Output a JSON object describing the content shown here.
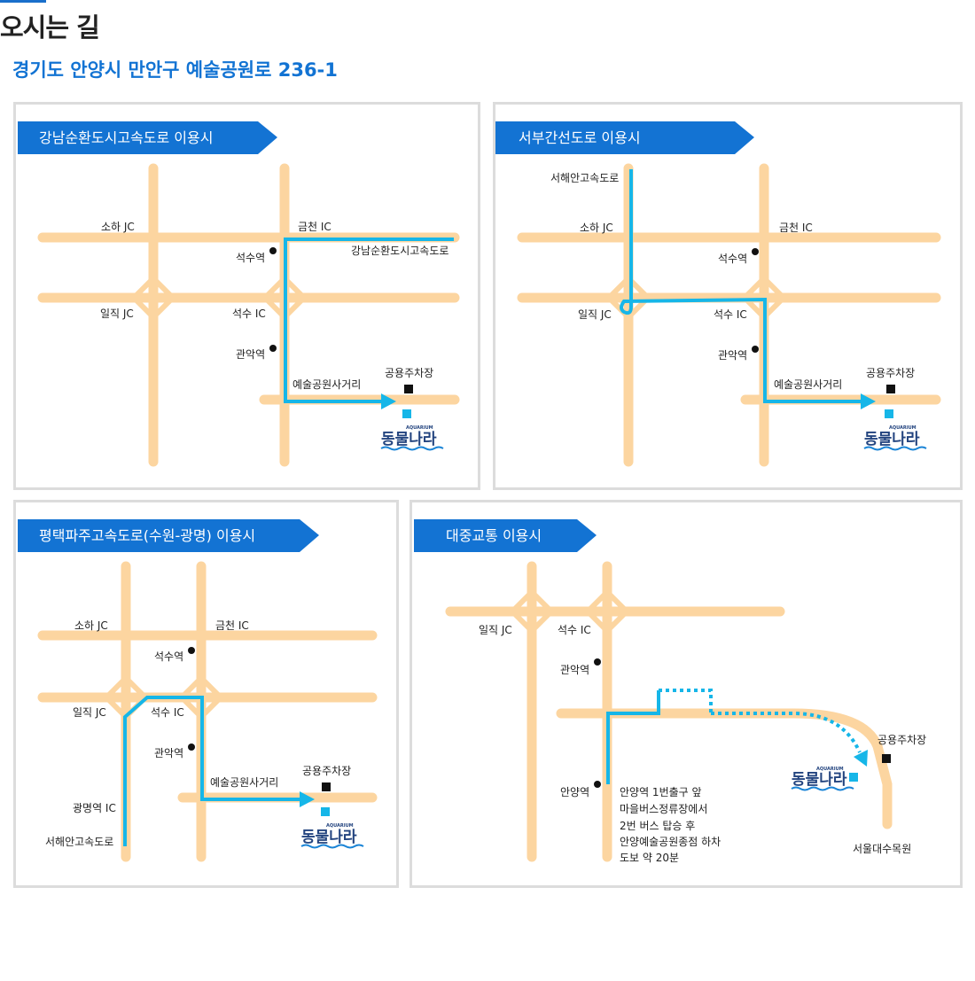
{
  "header": {
    "title": "오시는 길",
    "address": "경기도 안양시 만안구 예술공원로 236-1"
  },
  "colors": {
    "road": "#fcd5a0",
    "route": "#16b6e8",
    "ribbon": "#1373d3",
    "logo": "#23447f"
  },
  "logo": {
    "name": "동물나라",
    "sub": "AQUARIUM"
  },
  "panels": [
    {
      "title": "강남순환도시고속도로 이용시",
      "labels": [
        "소하 JC",
        "금천 IC",
        "석수역",
        "강남순환도시고속도로",
        "일직 JC",
        "석수 IC",
        "관악역",
        "공용주차장",
        "예술공원사거리"
      ]
    },
    {
      "title": "서부간선도로 이용시",
      "labels": [
        "서해안고속도로",
        "소하 JC",
        "금천 IC",
        "석수역",
        "일직 JC",
        "석수 IC",
        "관악역",
        "공용주차장",
        "예술공원사거리"
      ]
    },
    {
      "title": "평택파주고속도로(수원-광명) 이용시",
      "labels": [
        "소하 JC",
        "금천 IC",
        "석수역",
        "일직 JC",
        "석수 IC",
        "관악역",
        "공용주차장",
        "예술공원사거리",
        "광명역 IC",
        "서해안고속도로"
      ]
    },
    {
      "title": "대중교통 이용시",
      "labels": [
        "일직 JC",
        "석수 IC",
        "관악역",
        "공용주차장",
        "안양역",
        "서울대수목원"
      ],
      "directions": [
        "안양역 1번출구 앞",
        "마을버스정류장에서",
        "2번 버스 탑승 후",
        "안양예술공원종점 하차",
        "도보 약 20분"
      ]
    }
  ]
}
